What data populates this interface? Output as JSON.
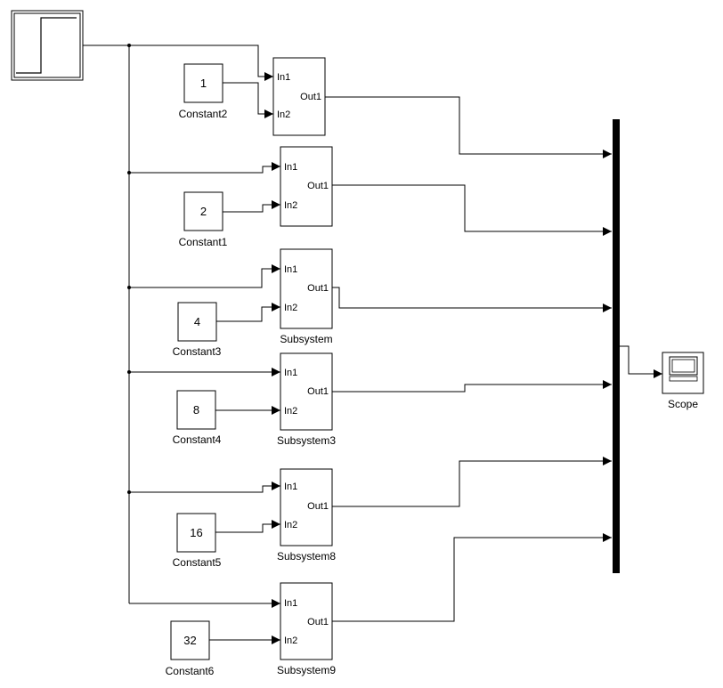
{
  "constants": [
    {
      "value": "1",
      "label": "Constant2"
    },
    {
      "value": "2",
      "label": "Constant1"
    },
    {
      "value": "4",
      "label": "Constant3"
    },
    {
      "value": "8",
      "label": "Constant4"
    },
    {
      "value": "16",
      "label": "Constant5"
    },
    {
      "value": "32",
      "label": "Constant6"
    }
  ],
  "subsystems": [
    {
      "label": "",
      "in1": "In1",
      "in2": "In2",
      "out": "Out1"
    },
    {
      "label": "",
      "in1": "In1",
      "in2": "In2",
      "out": "Out1"
    },
    {
      "label": "Subsystem",
      "in1": "In1",
      "in2": "In2",
      "out": "Out1"
    },
    {
      "label": "Subsystem3",
      "in1": "In1",
      "in2": "In2",
      "out": "Out1"
    },
    {
      "label": "Subsystem8",
      "in1": "In1",
      "in2": "In2",
      "out": "Out1"
    },
    {
      "label": "Subsystem9",
      "in1": "In1",
      "in2": "In2",
      "out": "Out1"
    }
  ],
  "scope": {
    "label": "Scope"
  }
}
